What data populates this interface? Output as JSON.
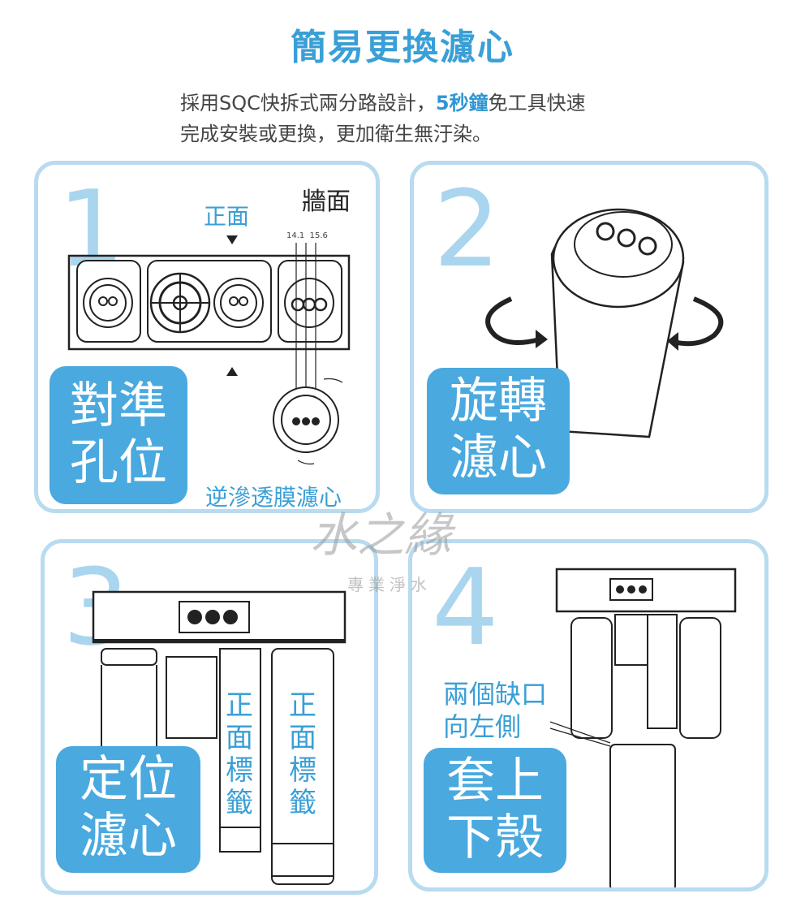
{
  "title": "簡易更換濾心",
  "intro": {
    "line1_a": "採用SQC快拆式兩分路設計，",
    "line1_highlight": "5秒鐘",
    "line1_b": "免工具快速",
    "line2": "完成安裝或更換，更加衛生無汙染。"
  },
  "step1": {
    "number": "1",
    "front_label": "正面",
    "wall_label": "牆面",
    "dim_label": "14.1  15.6",
    "badge_line1": "對準",
    "badge_line2": "孔位",
    "filter_label": "逆滲透膜濾心"
  },
  "step2": {
    "number": "2",
    "badge_line1": "旋轉",
    "badge_line2": "濾心"
  },
  "step3": {
    "number": "3",
    "badge_line1": "定位",
    "badge_line2": "濾心",
    "tag1": "正面標籤",
    "tag2": "正面標籤"
  },
  "step4": {
    "number": "4",
    "notch_line1": "兩個缺口",
    "notch_line2": "向左側",
    "badge_line1": "套上",
    "badge_line2": "下殼"
  },
  "watermark": {
    "main": "水之緣",
    "sub": "專業淨水"
  },
  "colors": {
    "accent": "#3a9fd6",
    "badge": "#4aa9df",
    "card_border": "#b8dbef"
  }
}
